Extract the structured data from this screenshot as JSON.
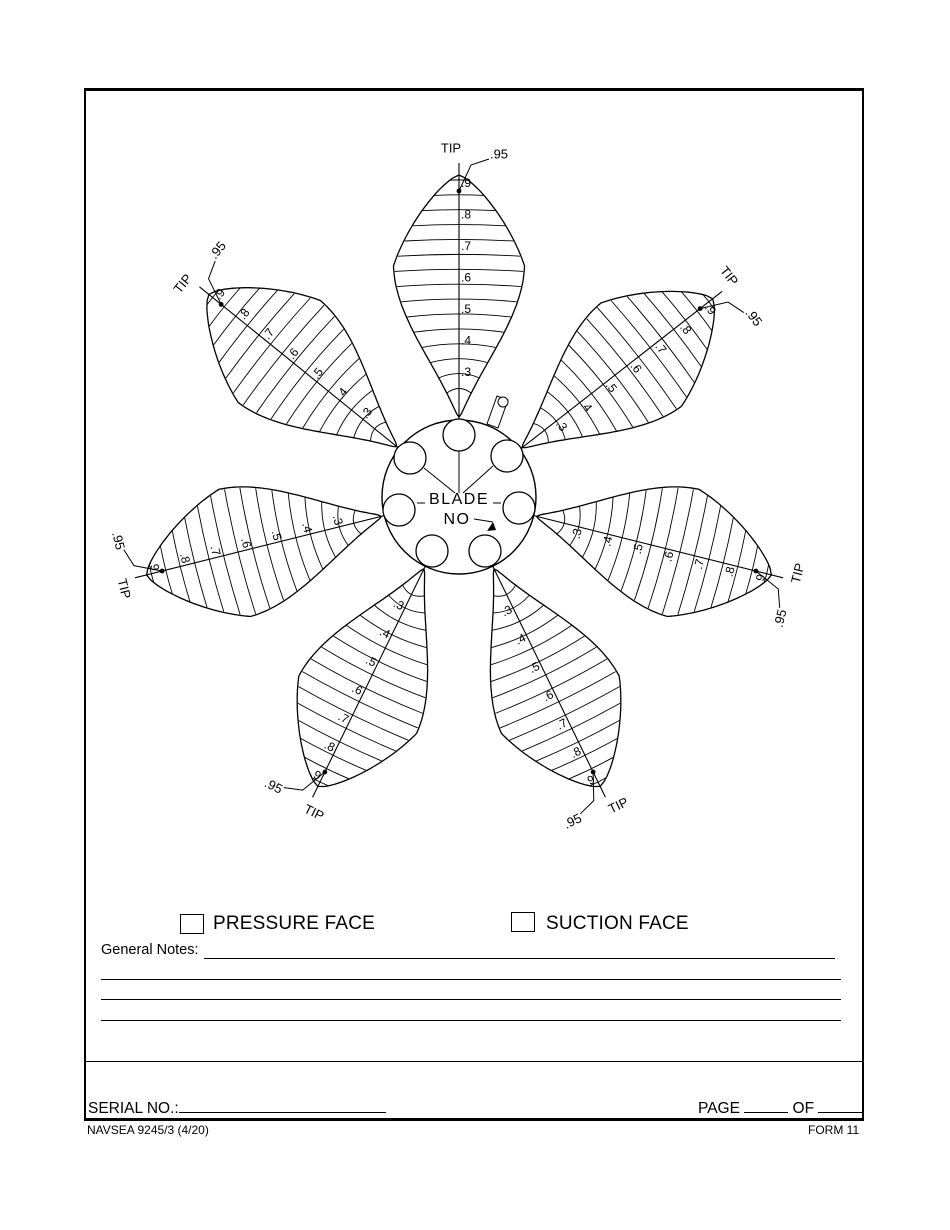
{
  "diagram": {
    "center_label_line1": "BLADE",
    "center_label_line2": "NO",
    "tip_label": "TIP",
    "tip_fraction": ".95",
    "radius_labels": [
      ".3",
      ".4",
      ".5",
      ".6",
      ".7",
      ".8",
      ".9"
    ]
  },
  "faces": {
    "pressure_label": "PRESSURE FACE",
    "suction_label": "SUCTION FACE"
  },
  "notes": {
    "label": "General Notes:"
  },
  "footer": {
    "serial_label": "SERIAL NO.:",
    "page_label": "PAGE",
    "of_label": "OF",
    "form_id": "NAVSEA 9245/3 (4/20)",
    "form_number": "FORM 11"
  }
}
